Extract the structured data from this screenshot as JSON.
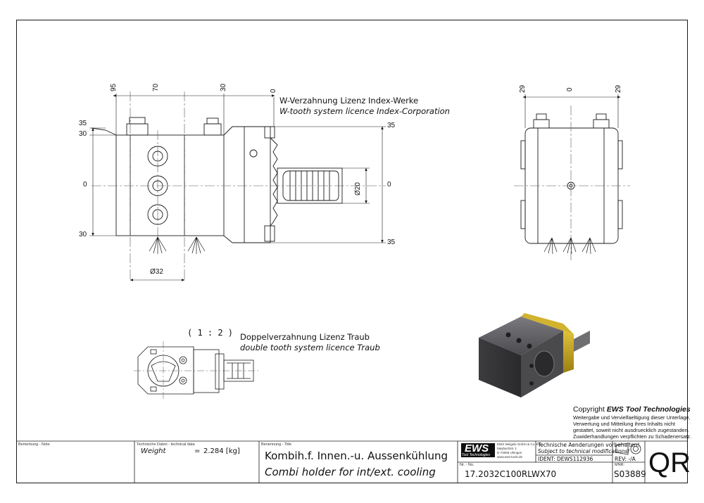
{
  "notes": {
    "w_tooth_de": "W-Verzahnung Lizenz Index-Werke",
    "w_tooth_en": "W-tooth system licence Index-Corporation",
    "double_tooth_de": "Doppelverzahnung Lizenz Traub",
    "double_tooth_en": "double tooth system licence Traub",
    "scale": "( 1 : 2 )"
  },
  "dimensions": {
    "top_95": "95",
    "top_70": "70",
    "top_30": "30",
    "top_0": "0",
    "left_35": "35",
    "left_30_top": "30",
    "left_0": "0",
    "left_30_bottom": "30",
    "right_35_top": "35",
    "right_0": "0",
    "right_35_bottom": "35",
    "dia_20": "Ø20",
    "dia_32": "Ø32",
    "side_29_left": "29",
    "side_0": "0",
    "side_29_right": "29"
  },
  "copyright": {
    "title_prefix": "Copyright ",
    "title_brand": "EWS Tool Technologies",
    "lines": [
      "Weitergabe und Vervielfaeltigung dieser Unterlage,",
      "Verwertung und Mitteilung ihres Inhalts nicht",
      "gestattet, soweit nicht ausdruecklich zugestanden.",
      "Zuwiderhandlungen verpflichten zu Schadenersatz."
    ]
  },
  "title_block": {
    "remark_label": "Bemerkung - Note",
    "tech_label": "Technische Daten - technical data",
    "weight_label": "Weight",
    "weight_eq": "=",
    "weight_value": "2.284 [kg]",
    "name_label": "Benennung - Title",
    "title_de": "Kombih.f. Innen.-u. Aussenkühlung",
    "title_en": "Combi holder for int/ext. cooling",
    "logo": "EWS",
    "logo_sub": "Tool Technologies",
    "company": [
      "EWS Weigele GmbH & Co. KG",
      "Maybachstr. 1",
      "D-73066 Uhingen",
      "www.ews-tools.de"
    ],
    "tech_change_de": "Technische Aenderungen vorbehalten!",
    "tech_change_en": "Subject to technical modifications!",
    "ident": "IDENT: DEWS112936",
    "rev": "REV: -/A",
    "nr_label": "Nr. - No.",
    "part_number": "17.2032C100RLWX70",
    "mnr_label": "MNR:",
    "mnr": "S03889",
    "qr": "QR"
  },
  "colors": {
    "line": "#1a1a1a",
    "center_line": "#555555",
    "body_dark": "#3a3a3c",
    "body_mid": "#5b5b5e",
    "accent_yellow": "#c9a81e"
  }
}
